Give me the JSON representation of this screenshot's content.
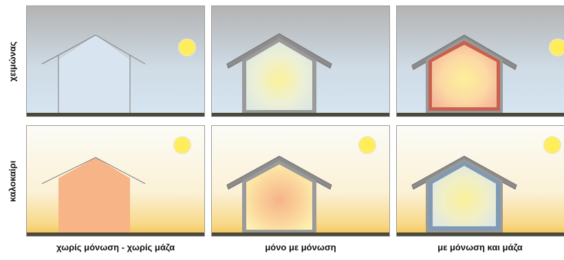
{
  "rows": [
    {
      "label": "χειμώνας"
    },
    {
      "label": "καλοκαίρι"
    }
  ],
  "columns": [
    {
      "label": "χωρίς μόνωση - χωρίς μάζα"
    },
    {
      "label": "μόνο με μόνωση"
    },
    {
      "label": "με μόνωση και μάζα"
    }
  ],
  "colors": {
    "winter_sky_top": "#b9b9b9",
    "winter_sky_bottom": "#d7e6f2",
    "summer_sky_top": "#fbfbf5",
    "summer_sky_bottom": "#f6c75c",
    "ground": "#4a4a3c",
    "sun": "#ffee5a",
    "wall_grey": "#8c8c8c",
    "thermal_mass_red": "#c8604f",
    "thermal_mass_blue": "#7f9ab4",
    "hot_orange": "#f7b486"
  }
}
